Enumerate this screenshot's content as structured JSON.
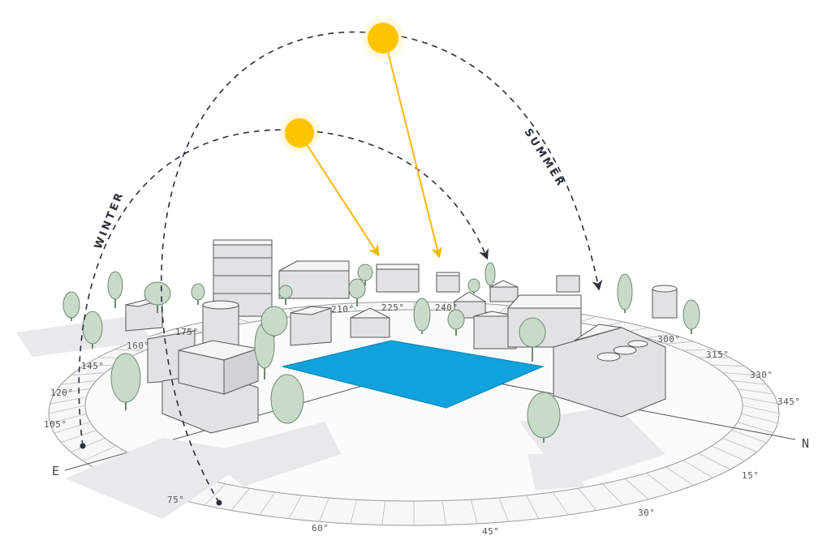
{
  "arc_labels": {
    "winter": "WINTER",
    "summer": "SUMMER"
  },
  "cardinals": {
    "east": "E",
    "north": "N"
  },
  "degree_ticks": [
    "60°",
    "75°",
    "105°",
    "120°",
    "145°",
    "160°",
    "175°",
    "210°",
    "225°",
    "240°",
    "300°",
    "315°",
    "330°",
    "345°",
    "15°",
    "30°",
    "45°"
  ],
  "colors": {
    "site": "#0fa2dc",
    "sun": "#ffc400",
    "sun_glow": "#ffe27a",
    "ray": "#f5b800",
    "path": "#2a2f3a",
    "tree": "#c8dac9",
    "building_top": "#f4f4f5"
  }
}
